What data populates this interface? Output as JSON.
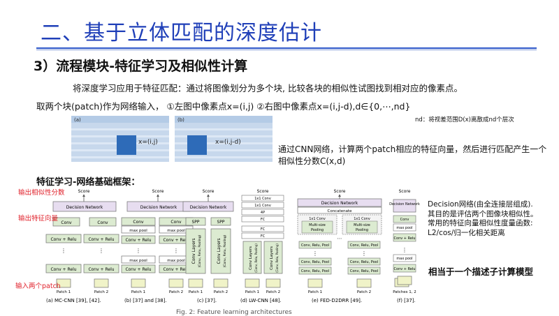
{
  "slide": {
    "title": "二、基于立体匹配的深度估计",
    "section": "3）流程模块-特征学习及相似性计算",
    "para1": "将深度学习应用于特征匹配：通过将图像划分为多个块, 比较各块的相似性试图找到相对应的像素点。",
    "para2": "取两个块(patch)作为网络输入，  ①左图中像素点x=(i,j)   ②右图中像素点x=(i,j-d),d∈{0,⋯,nd}",
    "nd_note": "nd：将视差范围D(x)离散成nd个层次",
    "cnn_note": "通过CNN网络，计算两个patch相应的特征向量，然后进行匹配产生一个相似性分数C(x,d)",
    "arch_title": "特征学习-网络基础框架：",
    "red_labels": {
      "similarity": "输出相似性分数",
      "feature": "输出特征向量",
      "input": "输入两个patch"
    },
    "side_lines": [
      "Decision网络(由全连接层组成).",
      "其目的是评估两个图像块相似性。",
      "常用的特征向量相似性度量函数:",
      "L2/cos/归一化相关距离"
    ],
    "side_bold": "相当于一个描述子计算模型",
    "figure_caption": "Fig. 2: Feature learning architectures"
  },
  "patch_figure": {
    "panel_a": {
      "label": "(a)",
      "pixel": "x=(i,j)"
    },
    "panel_b": {
      "label": "(b)",
      "pixel": "x=(i,j-d)"
    }
  },
  "arch_figure": {
    "score": "Score",
    "decision": "Decision Network",
    "conv": "Conv",
    "conv_relu": "Conv + Relu",
    "max_pool": "max pool",
    "spp": "SPP",
    "conv_layers": "Conv Layers",
    "conv_layers_sub": "(Conv, Relu, Pooling)",
    "fc": "FC",
    "x1_conv": "1x1 Conv",
    "fourp": "4P",
    "concat": "Concatenate",
    "multisize": "Multi-size",
    "pooling": "Pooling",
    "crp": "Conv, Relu, Pool",
    "patch1": "Patch 1",
    "patch2": "Patch 2",
    "patches12": "Patches 1, 2",
    "dots": "⋮",
    "hdots": "⋯",
    "captions": [
      "(a) MC-CNN [39], [42].",
      "(b) [37] and [38].",
      "(c) [37].",
      "(d) LW-CNN [48].",
      "(e) FED-D2DRR [49].",
      "(f) [37]."
    ],
    "colors": {
      "decision": "#e7ddf0",
      "conv": "#dcebd1",
      "fc": "#ffffff",
      "patch": "#f0f3c8",
      "border": "#6e6e6e"
    }
  }
}
